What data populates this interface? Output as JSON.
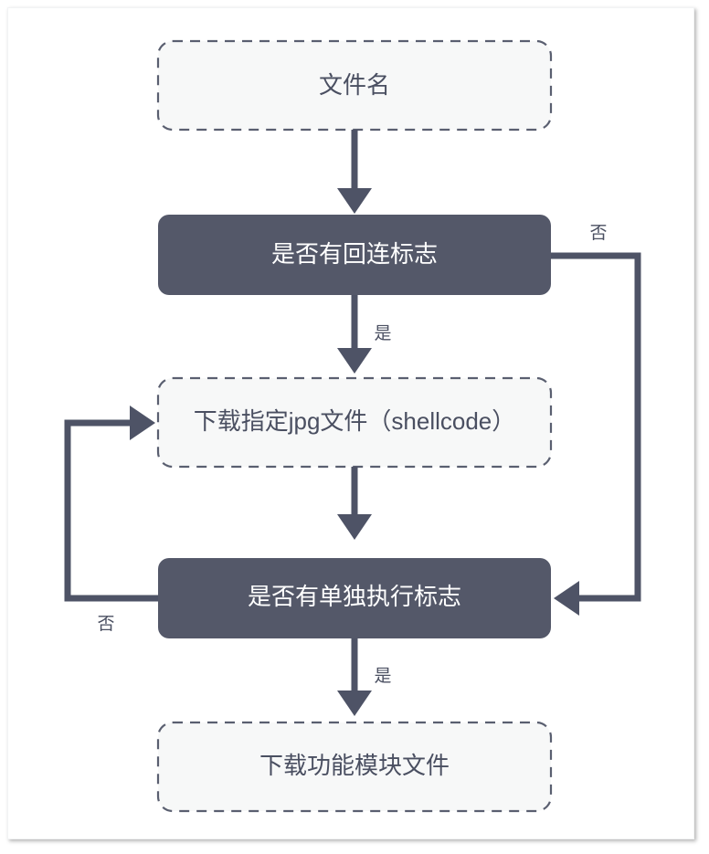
{
  "diagram": {
    "title": "malware-execution-flowchart",
    "background_color": "#ffffff",
    "accent_dark": "#545869",
    "accent_light": "#f7f8f8",
    "line_color": "#4e5366",
    "text_on_light": "#4a4f61",
    "text_on_dark": "#ffffff",
    "nodes": [
      {
        "id": "n1",
        "label": "文件名",
        "style": "dashed"
      },
      {
        "id": "n2",
        "label": "是否有回连标志",
        "style": "solid"
      },
      {
        "id": "n3",
        "label": "下载指定jpg文件（shellcode）",
        "style": "dashed"
      },
      {
        "id": "n4",
        "label": "是否有单独执行标志",
        "style": "solid"
      },
      {
        "id": "n5",
        "label": "下载功能模块文件",
        "style": "dashed"
      }
    ],
    "edges": [
      {
        "id": "e1",
        "from": "n1",
        "to": "n3",
        "label": "",
        "route": "straight-down"
      },
      {
        "id": "e2",
        "from": "n2",
        "to": "n3",
        "label": "是",
        "route": "straight-down"
      },
      {
        "id": "e3",
        "from": "n3",
        "to": "n4",
        "label": "",
        "route": "straight-down"
      },
      {
        "id": "e4",
        "from": "n4",
        "to": "n5",
        "label": "是",
        "route": "straight-down"
      },
      {
        "id": "e5",
        "from": "n2",
        "to": "n4",
        "label": "否",
        "route": "right-bypass"
      },
      {
        "id": "e6",
        "from": "n4",
        "to": "n3",
        "label": "否",
        "route": "left-loopback"
      }
    ]
  }
}
